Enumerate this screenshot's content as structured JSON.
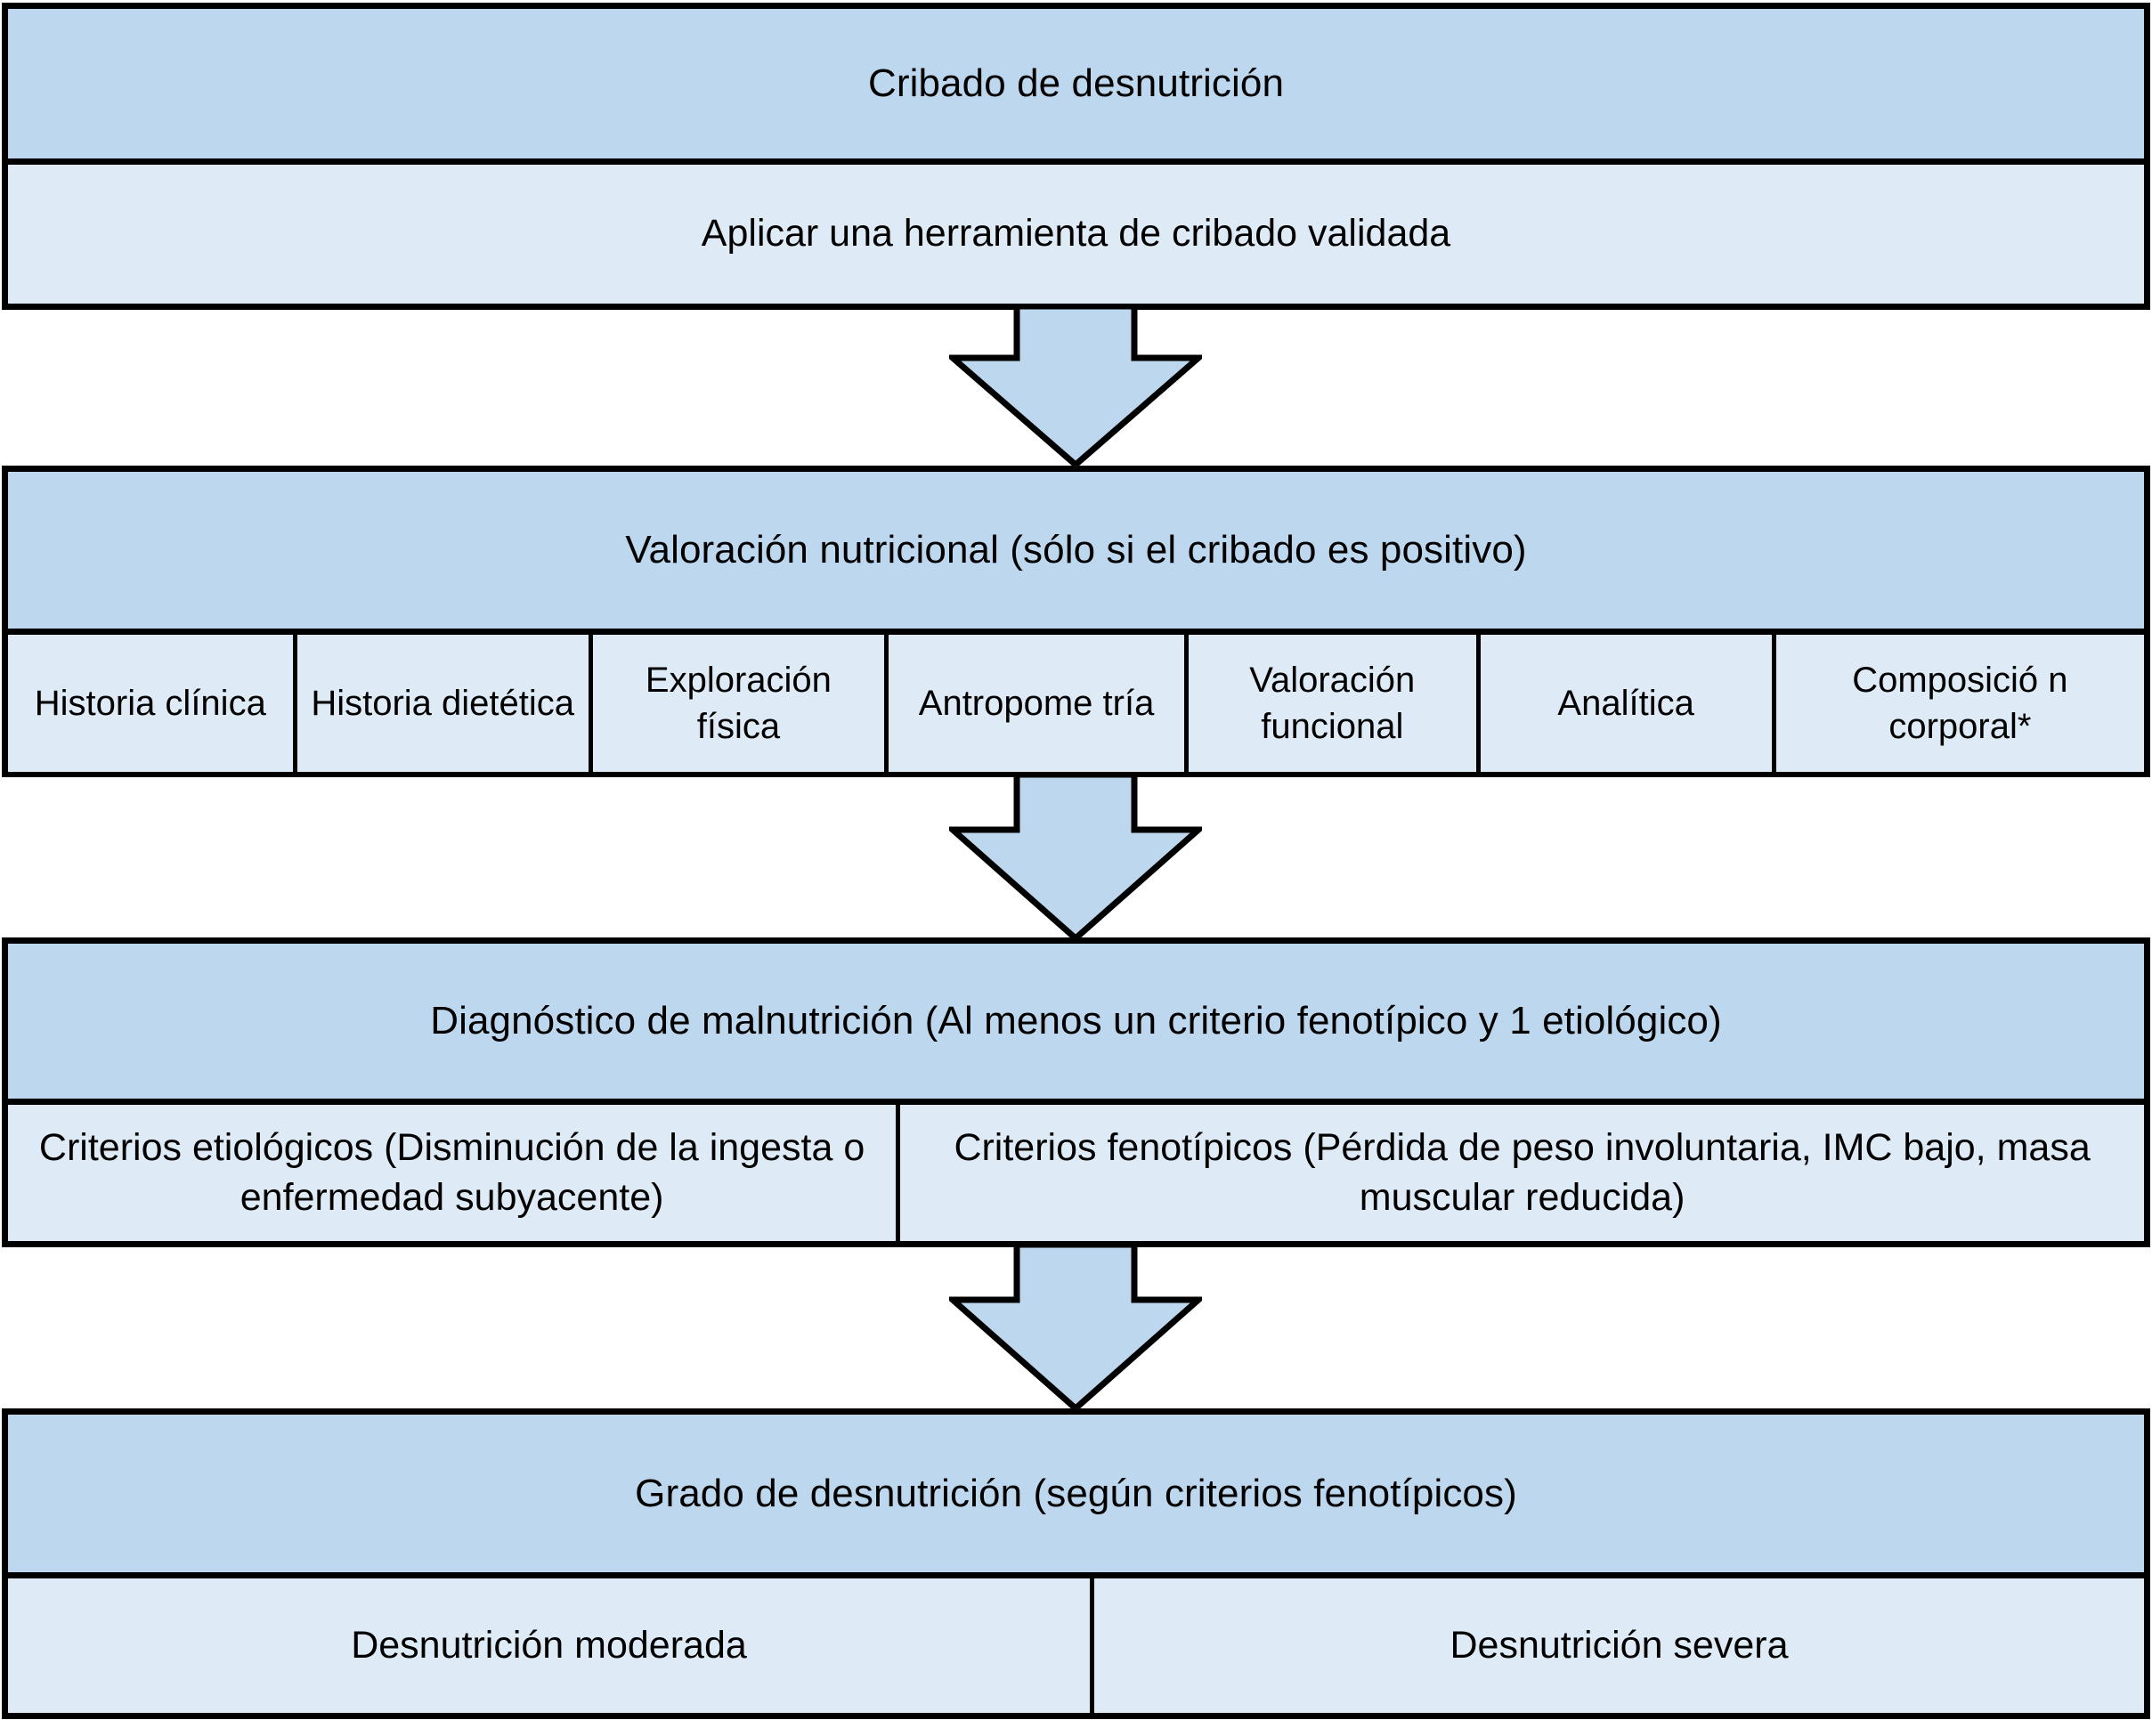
{
  "diagram": {
    "title": "Cribado de desnutrición",
    "language": "es",
    "colors": {
      "header_fill": "#bdd7ee",
      "body_fill": "#deebf7",
      "outline": "#000000",
      "arrow_fill": "#bdd7ee",
      "page_background": "#ffffff"
    },
    "sections": [
      {
        "id": "cribado",
        "header": "Cribado de desnutrición",
        "body_single": "Aplicar una herramienta de cribado validada",
        "cells": []
      },
      {
        "id": "valoracion",
        "header": "Valoración nutricional (sólo si el cribado es positivo)",
        "body_single": "",
        "cells": [
          "Historia clínica",
          "Historia dietética",
          "Exploración física",
          "Antropome tría",
          "Valoración funcional",
          "Analítica",
          "Composició n corporal*"
        ]
      },
      {
        "id": "diagnostico",
        "header": "Diagnóstico de malnutrición (Al menos un criterio fenotípico y 1 etiológico)",
        "body_single": "",
        "cells": [
          "Criterios etiológicos (Disminución de la ingesta o enfermedad subyacente)",
          "Criterios fenotípicos (Pérdida de peso involuntaria, IMC bajo, masa muscular reducida)"
        ]
      },
      {
        "id": "grado",
        "header": "Grado de desnutrición (según criterios fenotípicos)",
        "body_single": "",
        "cells": [
          "Desnutrición moderada",
          "Desnutrición severa"
        ]
      }
    ],
    "arrows": [
      {
        "id": "arrow-cribado-to-valoracion",
        "icon": "down-block-arrow-icon"
      },
      {
        "id": "arrow-valoracion-to-diagnostico",
        "icon": "down-block-arrow-icon"
      },
      {
        "id": "arrow-diagnostico-to-grado",
        "icon": "down-block-arrow-icon"
      }
    ]
  }
}
